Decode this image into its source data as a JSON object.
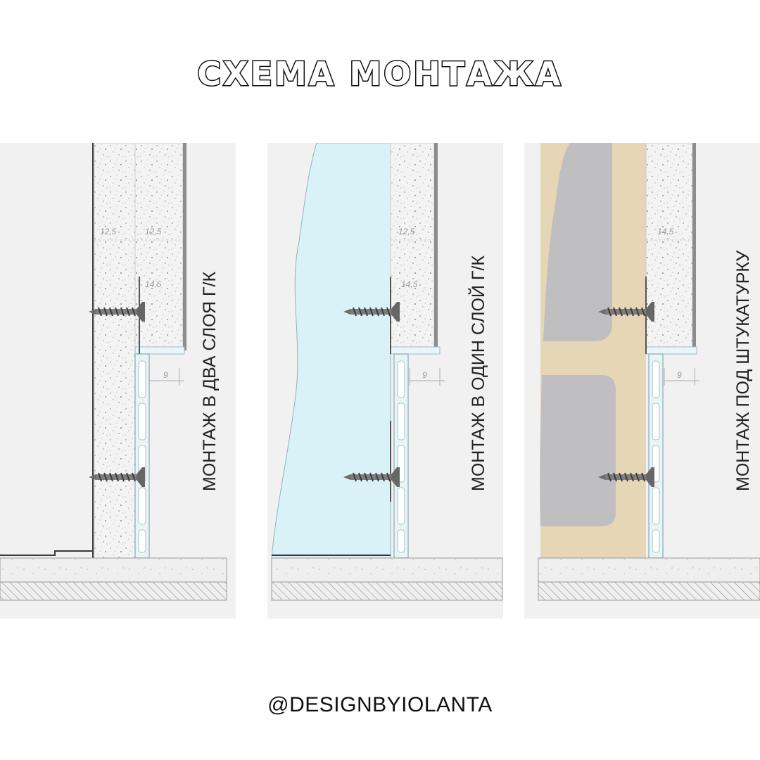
{
  "title": "СХЕМА МОНТАЖА",
  "handle": "@DESIGNBYIOLANTA",
  "panels": [
    {
      "caption": "МОНТАЖ В ДВА СЛОЯ Г/К",
      "dims": [
        "12,5",
        "12,5",
        "14,5",
        "9"
      ]
    },
    {
      "caption": "МОНТАЖ В ОДИН СЛОЙ Г/К",
      "dims": [
        "12,5",
        "14,5",
        "9"
      ]
    },
    {
      "caption": "МОНТАЖ ПОД ШТУКАТУРКУ",
      "dims": [
        "14,5",
        "9"
      ]
    }
  ],
  "colors": {
    "background": "#ffffff",
    "panel_bg": "#f1f1f2",
    "glass": "#d9f2f7",
    "plaster_sand": "#e6d6b6",
    "masonry_grey": "#bfbfc1",
    "speckle_board": "#f4f4f4"
  }
}
